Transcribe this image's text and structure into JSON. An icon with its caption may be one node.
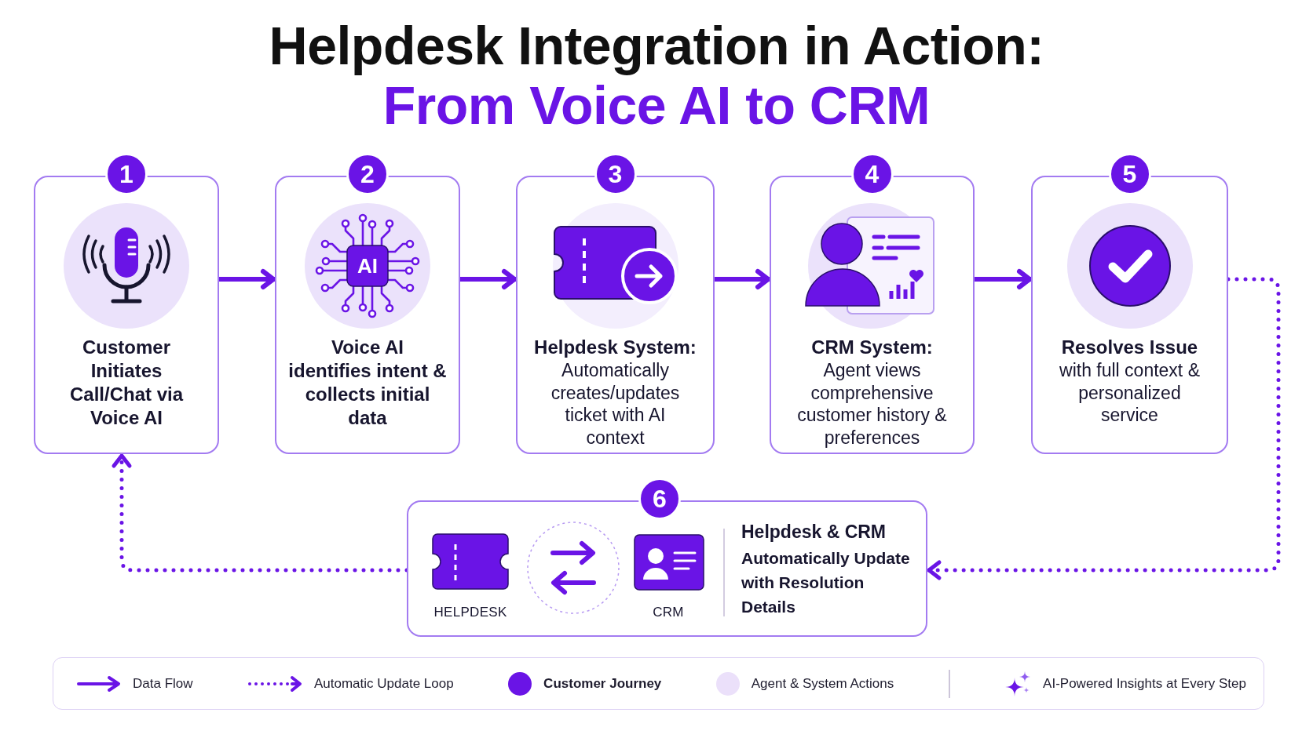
{
  "diagram": {
    "title": "Helpdesk Integration in Action: From Voice AI to CRM",
    "nodes": [
      {
        "text": [
          "1",
          "Customer Initiates Call/Chat via Voice AI"
        ]
      },
      {
        "text": [
          "2",
          "Voice AI identifies intent & collects initial data"
        ]
      },
      {
        "text": [
          "3",
          "Helpdesk System:",
          "Automatically creates/updates ticket with AI context"
        ]
      },
      {
        "text": [
          "4",
          "CRM System:",
          "Agent views comprehensive customer history & preferences"
        ]
      },
      {
        "text": [
          "5",
          "Resolves Issue",
          "with full context & personalized service"
        ]
      },
      {
        "text": [
          "6",
          "Helpdesk & CRM",
          "Automatically Update with Resolution Details"
        ]
      }
    ],
    "edges": [
      {
        "from": 0,
        "to": 1,
        "arrow": "to"
      },
      {
        "from": 1,
        "to": 2,
        "arrow": "to"
      },
      {
        "from": 2,
        "to": 3,
        "arrow": "to"
      },
      {
        "from": 3,
        "to": 4,
        "arrow": "to"
      },
      {
        "from": 4,
        "to": 5,
        "arrow": "to",
        "style": "dashed"
      },
      {
        "from": 5,
        "to": 0,
        "arrow": "to",
        "style": "dashed"
      }
    ],
    "labels": [
      "AI",
      "HELPDESK",
      "CRM"
    ],
    "legend": [
      {
        "text": "Data Flow"
      },
      {
        "text": "Automatic Update Loop"
      },
      {
        "text": "Customer Journey",
        "color": "#6a14e6"
      },
      {
        "text": "Agent & System Actions",
        "color": "#ebe0fa"
      },
      {
        "text": "AI-Powered Insights at Every Step"
      }
    ]
  }
}
